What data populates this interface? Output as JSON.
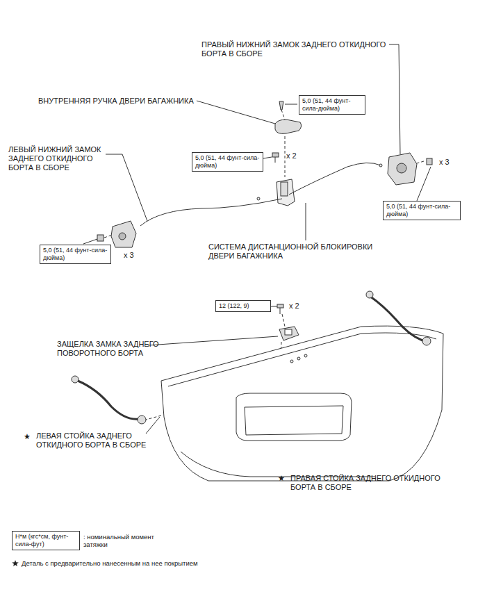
{
  "diagram": {
    "nodes": [
      {
        "text": [
          "5,0 (51, 44 фунт-сила-дюйма)"
        ]
      },
      {
        "text": [
          "5,0 (51, 44 фунт-сила-дюйма)"
        ]
      },
      {
        "text": [
          "5,0 (51, 44 фунт-сила-дюйма)"
        ]
      },
      {
        "text": [
          "5,0 (51, 44 фунт-сила-дюйма)"
        ]
      },
      {
        "text": [
          "12 (122, 9)"
        ]
      },
      {
        "text": [
          "Н*м (кгс*см, фунт-сила-фут)"
        ]
      }
    ],
    "edges": [],
    "labels": [
      "ПРАВЫЙ НИЖНИЙ ЗАМОК ЗАДНЕГО ОТКИДНОГО БОРТА В СБОРЕ",
      "ВНУТРЕННЯЯ РУЧКА ДВЕРИ БАГАЖНИКА",
      "ЛЕВЫЙ НИЖНИЙ ЗАМОК ЗАДНЕГО ОТКИДНОГО БОРТА В СБОРЕ",
      "x 2",
      "x 3",
      "x 3",
      "СИСТЕМА ДИСТАНЦИОННОЙ БЛОКИРОВКИ ДВЕРИ БАГАЖНИКА",
      "x 2",
      "ЗАЩЕЛКА ЗАМКА ЗАДНЕГО ПОВОРОТНОГО БОРТА",
      "★",
      "ЛЕВАЯ СТОЙКА ЗАДНЕГО ОТКИДНОГО БОРТА В СБОРЕ",
      "★",
      "ПРАВАЯ СТОЙКА ЗАДНЕГО ОТКИДНОГО БОРТА В СБОРЕ"
    ],
    "legend": [
      {
        "text": ": номинальный момент затяжки"
      },
      {
        "text": "Деталь с предварительно нанесенным на нее покрытием"
      }
    ]
  }
}
